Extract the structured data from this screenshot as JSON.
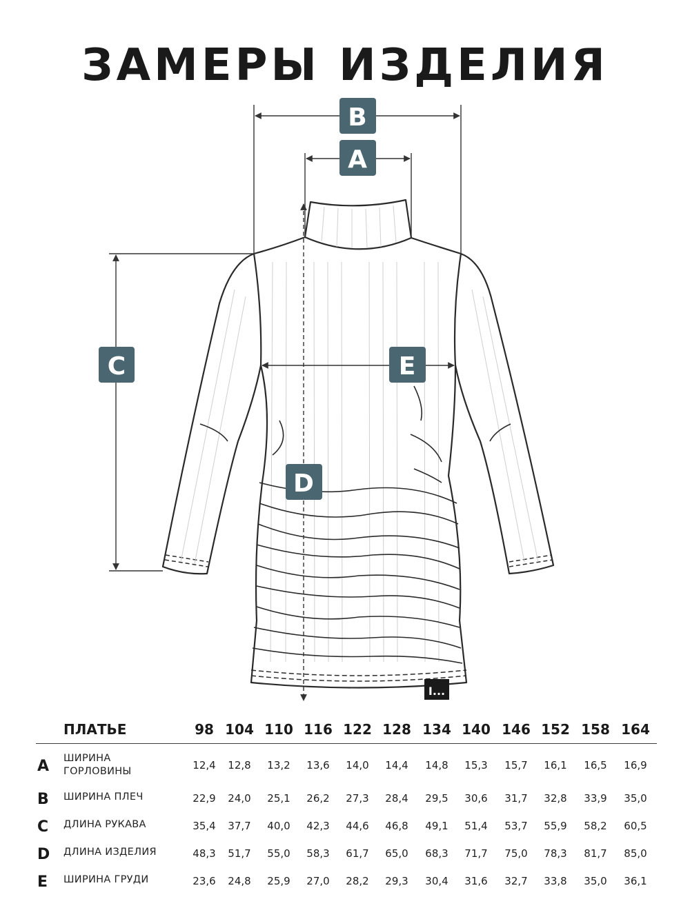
{
  "title": "ЗАМЕРЫ ИЗДЕЛИЯ",
  "accent_color": "#4a6670",
  "markers": {
    "a": "A",
    "b": "B",
    "c": "C",
    "d": "D",
    "e": "E"
  },
  "brand_label": "I...",
  "table": {
    "header": "ПЛАТЬЕ",
    "sizes": [
      "98",
      "104",
      "110",
      "116",
      "122",
      "128",
      "134",
      "140",
      "146",
      "152",
      "158",
      "164"
    ],
    "rows": [
      {
        "letter": "A",
        "label": "ШИРИНА ГОРЛОВИНЫ",
        "values": [
          "12,4",
          "12,8",
          "13,2",
          "13,6",
          "14,0",
          "14,4",
          "14,8",
          "15,3",
          "15,7",
          "16,1",
          "16,5",
          "16,9"
        ]
      },
      {
        "letter": "B",
        "label": "ШИРИНА ПЛЕЧ",
        "values": [
          "22,9",
          "24,0",
          "25,1",
          "26,2",
          "27,3",
          "28,4",
          "29,5",
          "30,6",
          "31,7",
          "32,8",
          "33,9",
          "35,0"
        ]
      },
      {
        "letter": "C",
        "label": "ДЛИНА РУКАВА",
        "values": [
          "35,4",
          "37,7",
          "40,0",
          "42,3",
          "44,6",
          "46,8",
          "49,1",
          "51,4",
          "53,7",
          "55,9",
          "58,2",
          "60,5"
        ]
      },
      {
        "letter": "D",
        "label": "ДЛИНА ИЗДЕЛИЯ",
        "values": [
          "48,3",
          "51,7",
          "55,0",
          "58,3",
          "61,7",
          "65,0",
          "68,3",
          "71,7",
          "75,0",
          "78,3",
          "81,7",
          "85,0"
        ]
      },
      {
        "letter": "E",
        "label": "ШИРИНА ГРУДИ",
        "values": [
          "23,6",
          "24,8",
          "25,9",
          "27,0",
          "28,2",
          "29,3",
          "30,4",
          "31,6",
          "32,7",
          "33,8",
          "35,0",
          "36,1"
        ]
      }
    ]
  }
}
